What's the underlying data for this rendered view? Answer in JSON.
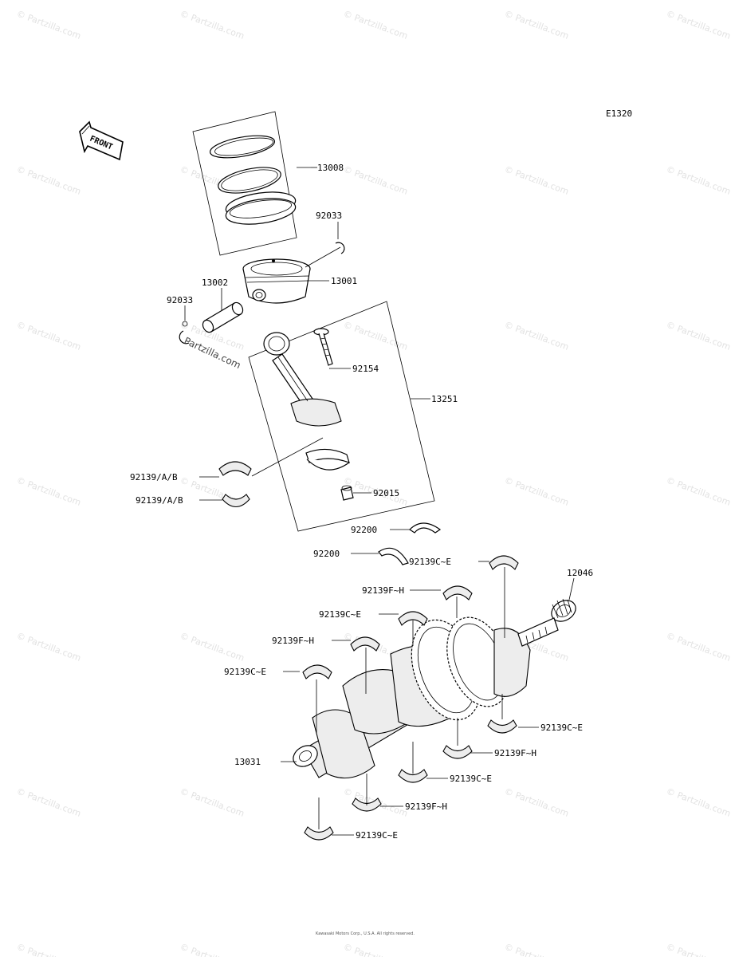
{
  "diagram_code": "E1320",
  "front_label": "FRONT",
  "watermark": "© Partzilla.com",
  "center_watermark": "Partzilla.com",
  "parts": {
    "p13008": "13008",
    "p92033_right": "92033",
    "p13002": "13002",
    "p13001": "13001",
    "p92033_left": "92033",
    "p92154": "92154",
    "p13251": "13251",
    "p92139ab_1": "92139/A/B",
    "p92139ab_2": "92139/A/B",
    "p92015": "92015",
    "p92200_1": "92200",
    "p92200_2": "92200",
    "p12046": "12046",
    "p13031": "13031",
    "p92139ce_1": "92139C~E",
    "p92139fh_1": "92139F~H",
    "p92139ce_2": "92139C~E",
    "p92139fh_2": "92139F~H",
    "p92139ce_3": "92139C~E",
    "p92139ce_r1": "92139C~E",
    "p92139fh_r1": "92139F~H",
    "p92139ce_r2": "92139C~E",
    "p92139fh_r2": "92139F~H",
    "p92139ce_r3": "92139C~E"
  },
  "copyright": "Kawasaki Motors Corp., U.S.A. All rights reserved."
}
